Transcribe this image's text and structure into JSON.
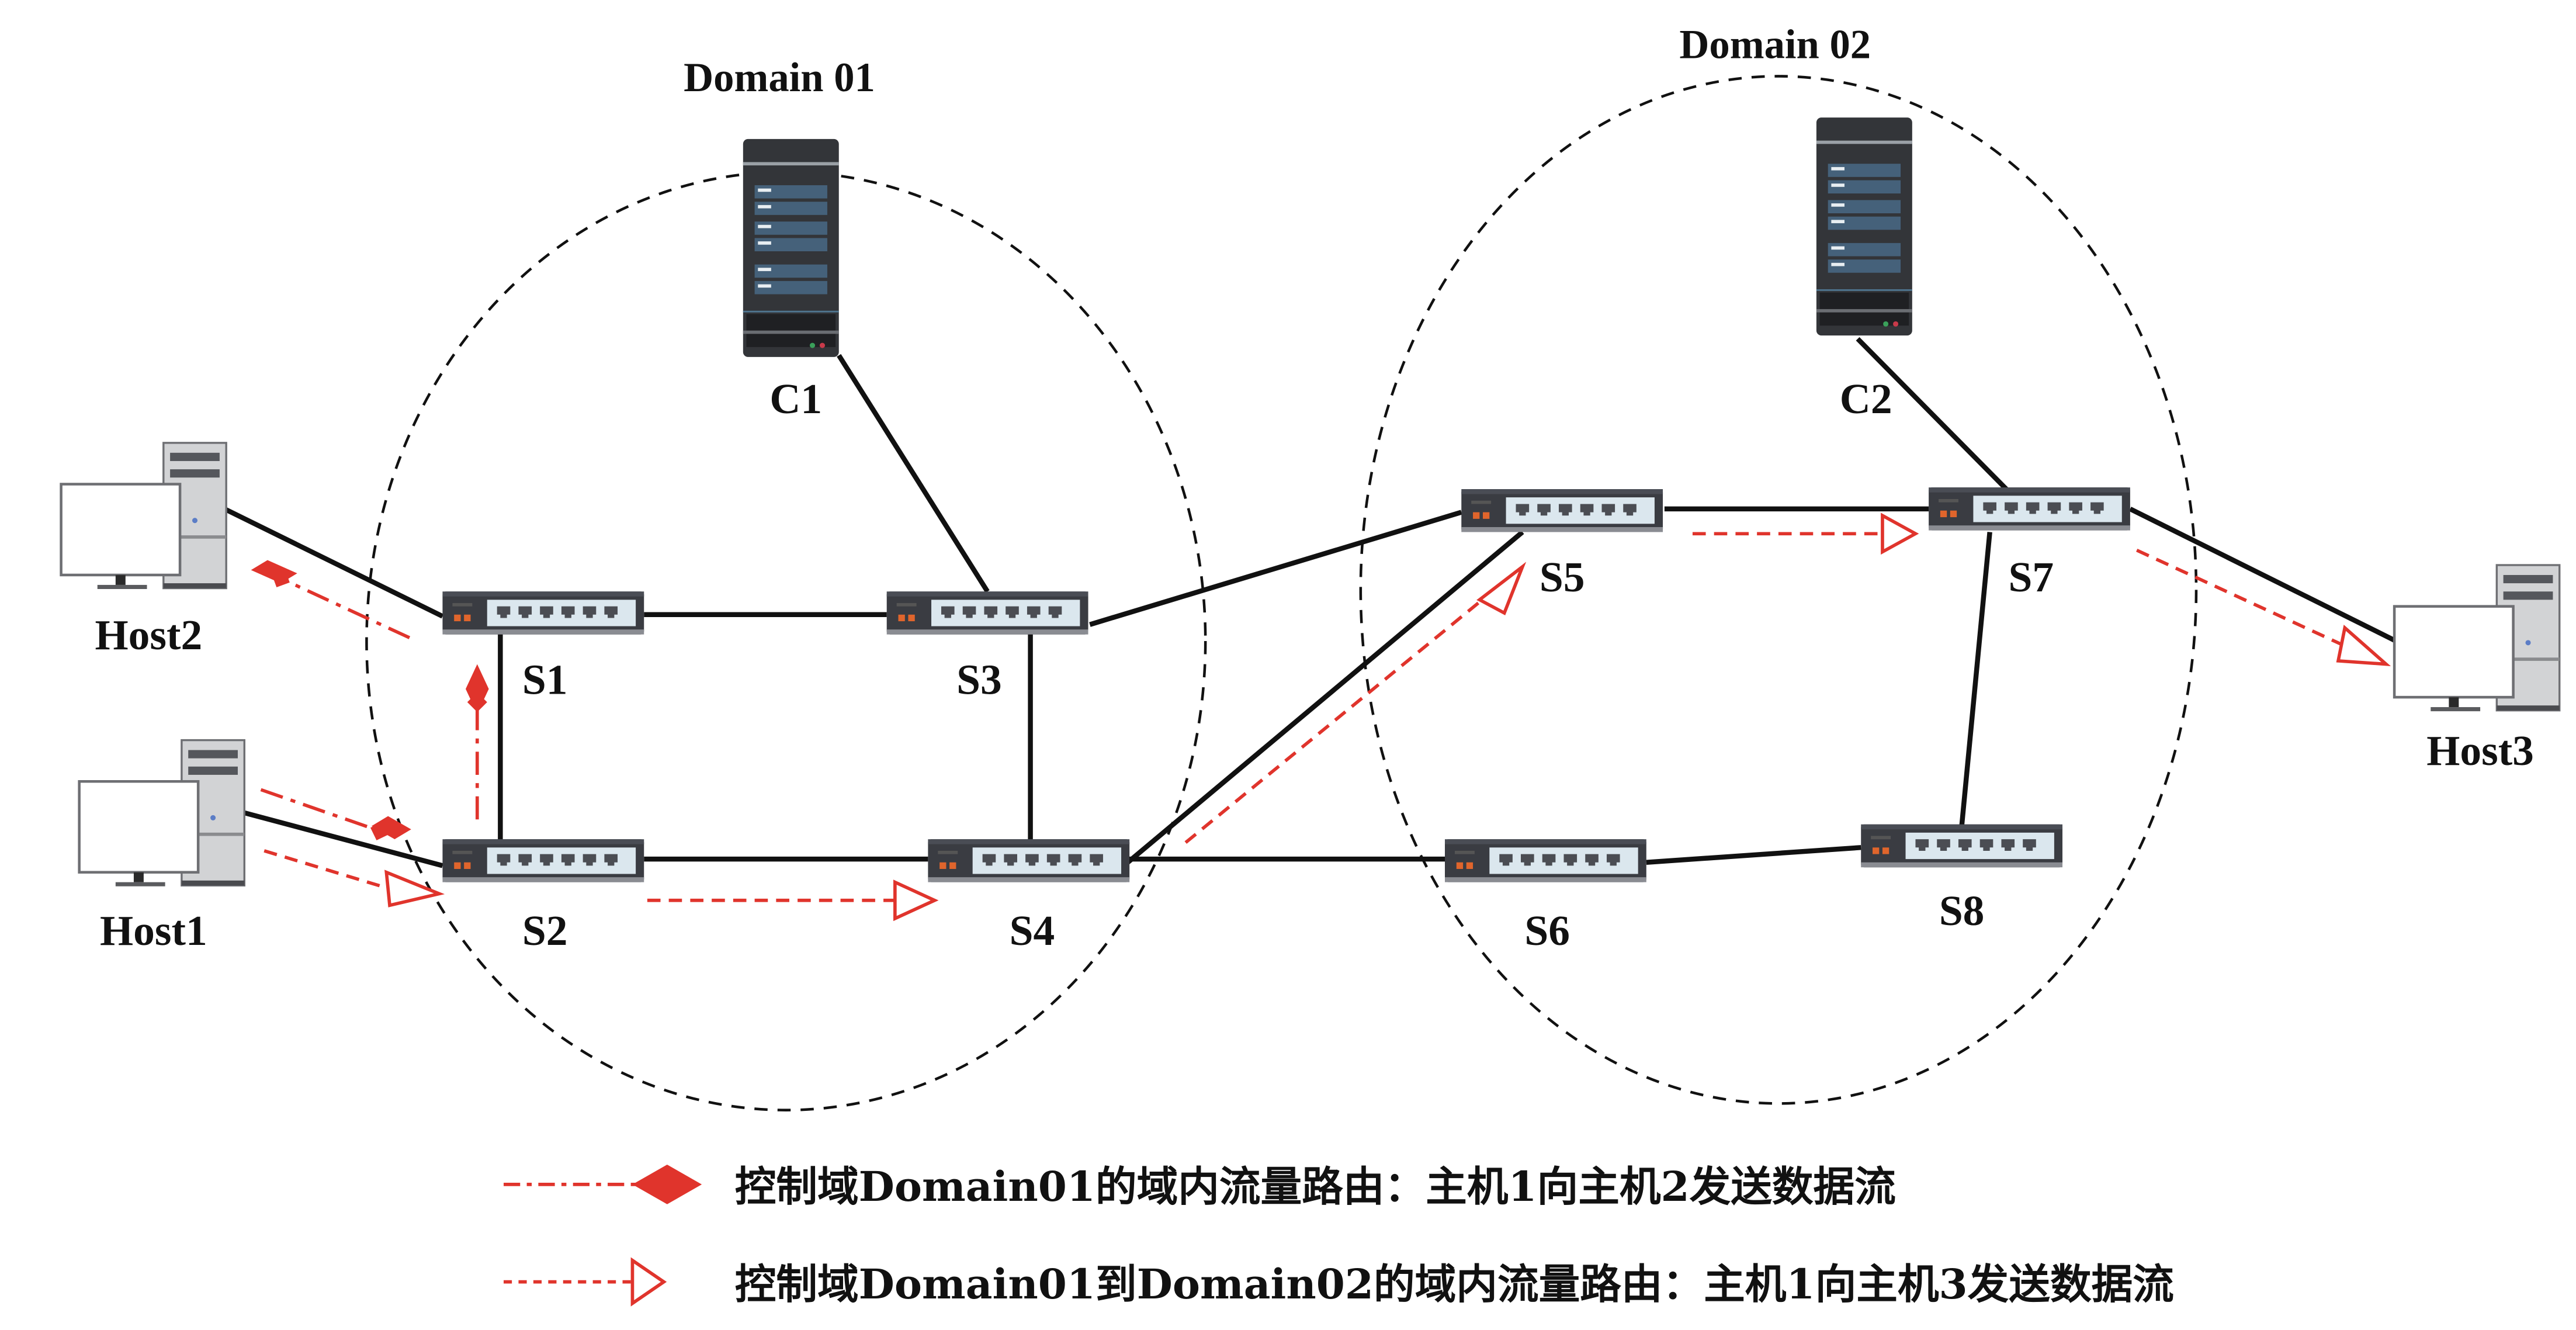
{
  "diagram": {
    "domains": [
      {
        "id": "d1",
        "label": "Domain 01"
      },
      {
        "id": "d2",
        "label": "Domain 02"
      }
    ],
    "controllers": [
      {
        "id": "C1",
        "label": "C1",
        "domain": "Domain 01"
      },
      {
        "id": "C2",
        "label": "C2",
        "domain": "Domain 02"
      }
    ],
    "switches": [
      {
        "id": "S1",
        "label": "S1"
      },
      {
        "id": "S2",
        "label": "S2"
      },
      {
        "id": "S3",
        "label": "S3"
      },
      {
        "id": "S4",
        "label": "S4"
      },
      {
        "id": "S5",
        "label": "S5"
      },
      {
        "id": "S6",
        "label": "S6"
      },
      {
        "id": "S7",
        "label": "S7"
      },
      {
        "id": "S8",
        "label": "S8"
      }
    ],
    "hosts": [
      {
        "id": "Host1",
        "label": "Host1"
      },
      {
        "id": "Host2",
        "label": "Host2"
      },
      {
        "id": "Host3",
        "label": "Host3"
      }
    ],
    "links": [
      [
        "Host2",
        "S1"
      ],
      [
        "Host1",
        "S2"
      ],
      [
        "S1",
        "S2"
      ],
      [
        "S1",
        "S3"
      ],
      [
        "C1",
        "S3"
      ],
      [
        "S3",
        "S4"
      ],
      [
        "S2",
        "S4"
      ],
      [
        "S3",
        "S5"
      ],
      [
        "S4",
        "S5"
      ],
      [
        "S4",
        "S6"
      ],
      [
        "S5",
        "S7"
      ],
      [
        "C2",
        "S7"
      ],
      [
        "S7",
        "S8"
      ],
      [
        "S6",
        "S8"
      ],
      [
        "S7",
        "Host3"
      ]
    ],
    "flows": [
      {
        "id": "flow1",
        "path": [
          "Host1",
          "S2",
          "S1",
          "Host2"
        ],
        "style": "dash-dot",
        "marker": "filled-diamond"
      },
      {
        "id": "flow2",
        "path": [
          "Host1",
          "S2",
          "S4",
          "S5",
          "S7",
          "Host3"
        ],
        "style": "dashed",
        "marker": "open-arrow"
      }
    ],
    "colors": {
      "flow": "#e0342c",
      "link": "#111111",
      "switch_body": "#3a3c42",
      "server_body": "#333539"
    }
  },
  "legend": {
    "items": [
      {
        "marker": "filled-diamond",
        "text": "控制域Domain01的域内流量路由：主机1向主机2发送数据流"
      },
      {
        "marker": "open-arrow",
        "text": "控制域Domain01到Domain02的域内流量路由：主机1向主机3发送数据流"
      }
    ]
  }
}
